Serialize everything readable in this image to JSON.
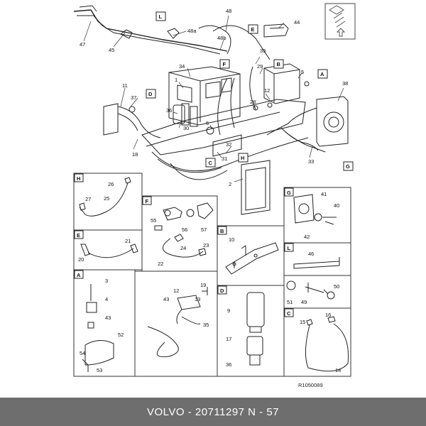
{
  "diagram": {
    "reference_code": "R1050089",
    "main_callouts": [
      "47",
      "45",
      "48",
      "48a",
      "48b",
      "44",
      "L",
      "F",
      "E",
      "39",
      "29",
      "B",
      "A",
      "5",
      "34",
      "1",
      "11",
      "37",
      "D",
      "36",
      "30",
      "6",
      "28",
      "12",
      "38",
      "33",
      "32",
      "H",
      "31",
      "C",
      "18",
      "2",
      "G"
    ],
    "panels": {
      "H": {
        "letter": "H",
        "callouts": [
          "26",
          "27",
          "25"
        ]
      },
      "E": {
        "letter": "E",
        "callouts": [
          "21",
          "20"
        ]
      },
      "F": {
        "letter": "F",
        "callouts": [
          "55",
          "56",
          "57",
          "24",
          "23",
          "22"
        ]
      },
      "G": {
        "letter": "G",
        "callouts": [
          "41",
          "40",
          "42"
        ]
      },
      "B": {
        "letter": "B",
        "callouts": [
          "10"
        ]
      },
      "L": {
        "letter": "L",
        "callouts": [
          "46"
        ]
      },
      "A": {
        "letter": "A",
        "callouts": [
          "3",
          "4",
          "43",
          "52",
          "54",
          "53"
        ]
      },
      "D": {
        "letter": "D",
        "callouts": [
          "9",
          "17",
          "36"
        ]
      },
      "M": {
        "callouts": [
          "19",
          "12",
          "43",
          "13",
          "35"
        ]
      },
      "C": {
        "letter": "C",
        "callouts": [
          "51",
          "49",
          "50",
          "16",
          "15",
          "14"
        ]
      }
    }
  },
  "footer": {
    "text": "VOLVO - 20711297     N - 57"
  }
}
